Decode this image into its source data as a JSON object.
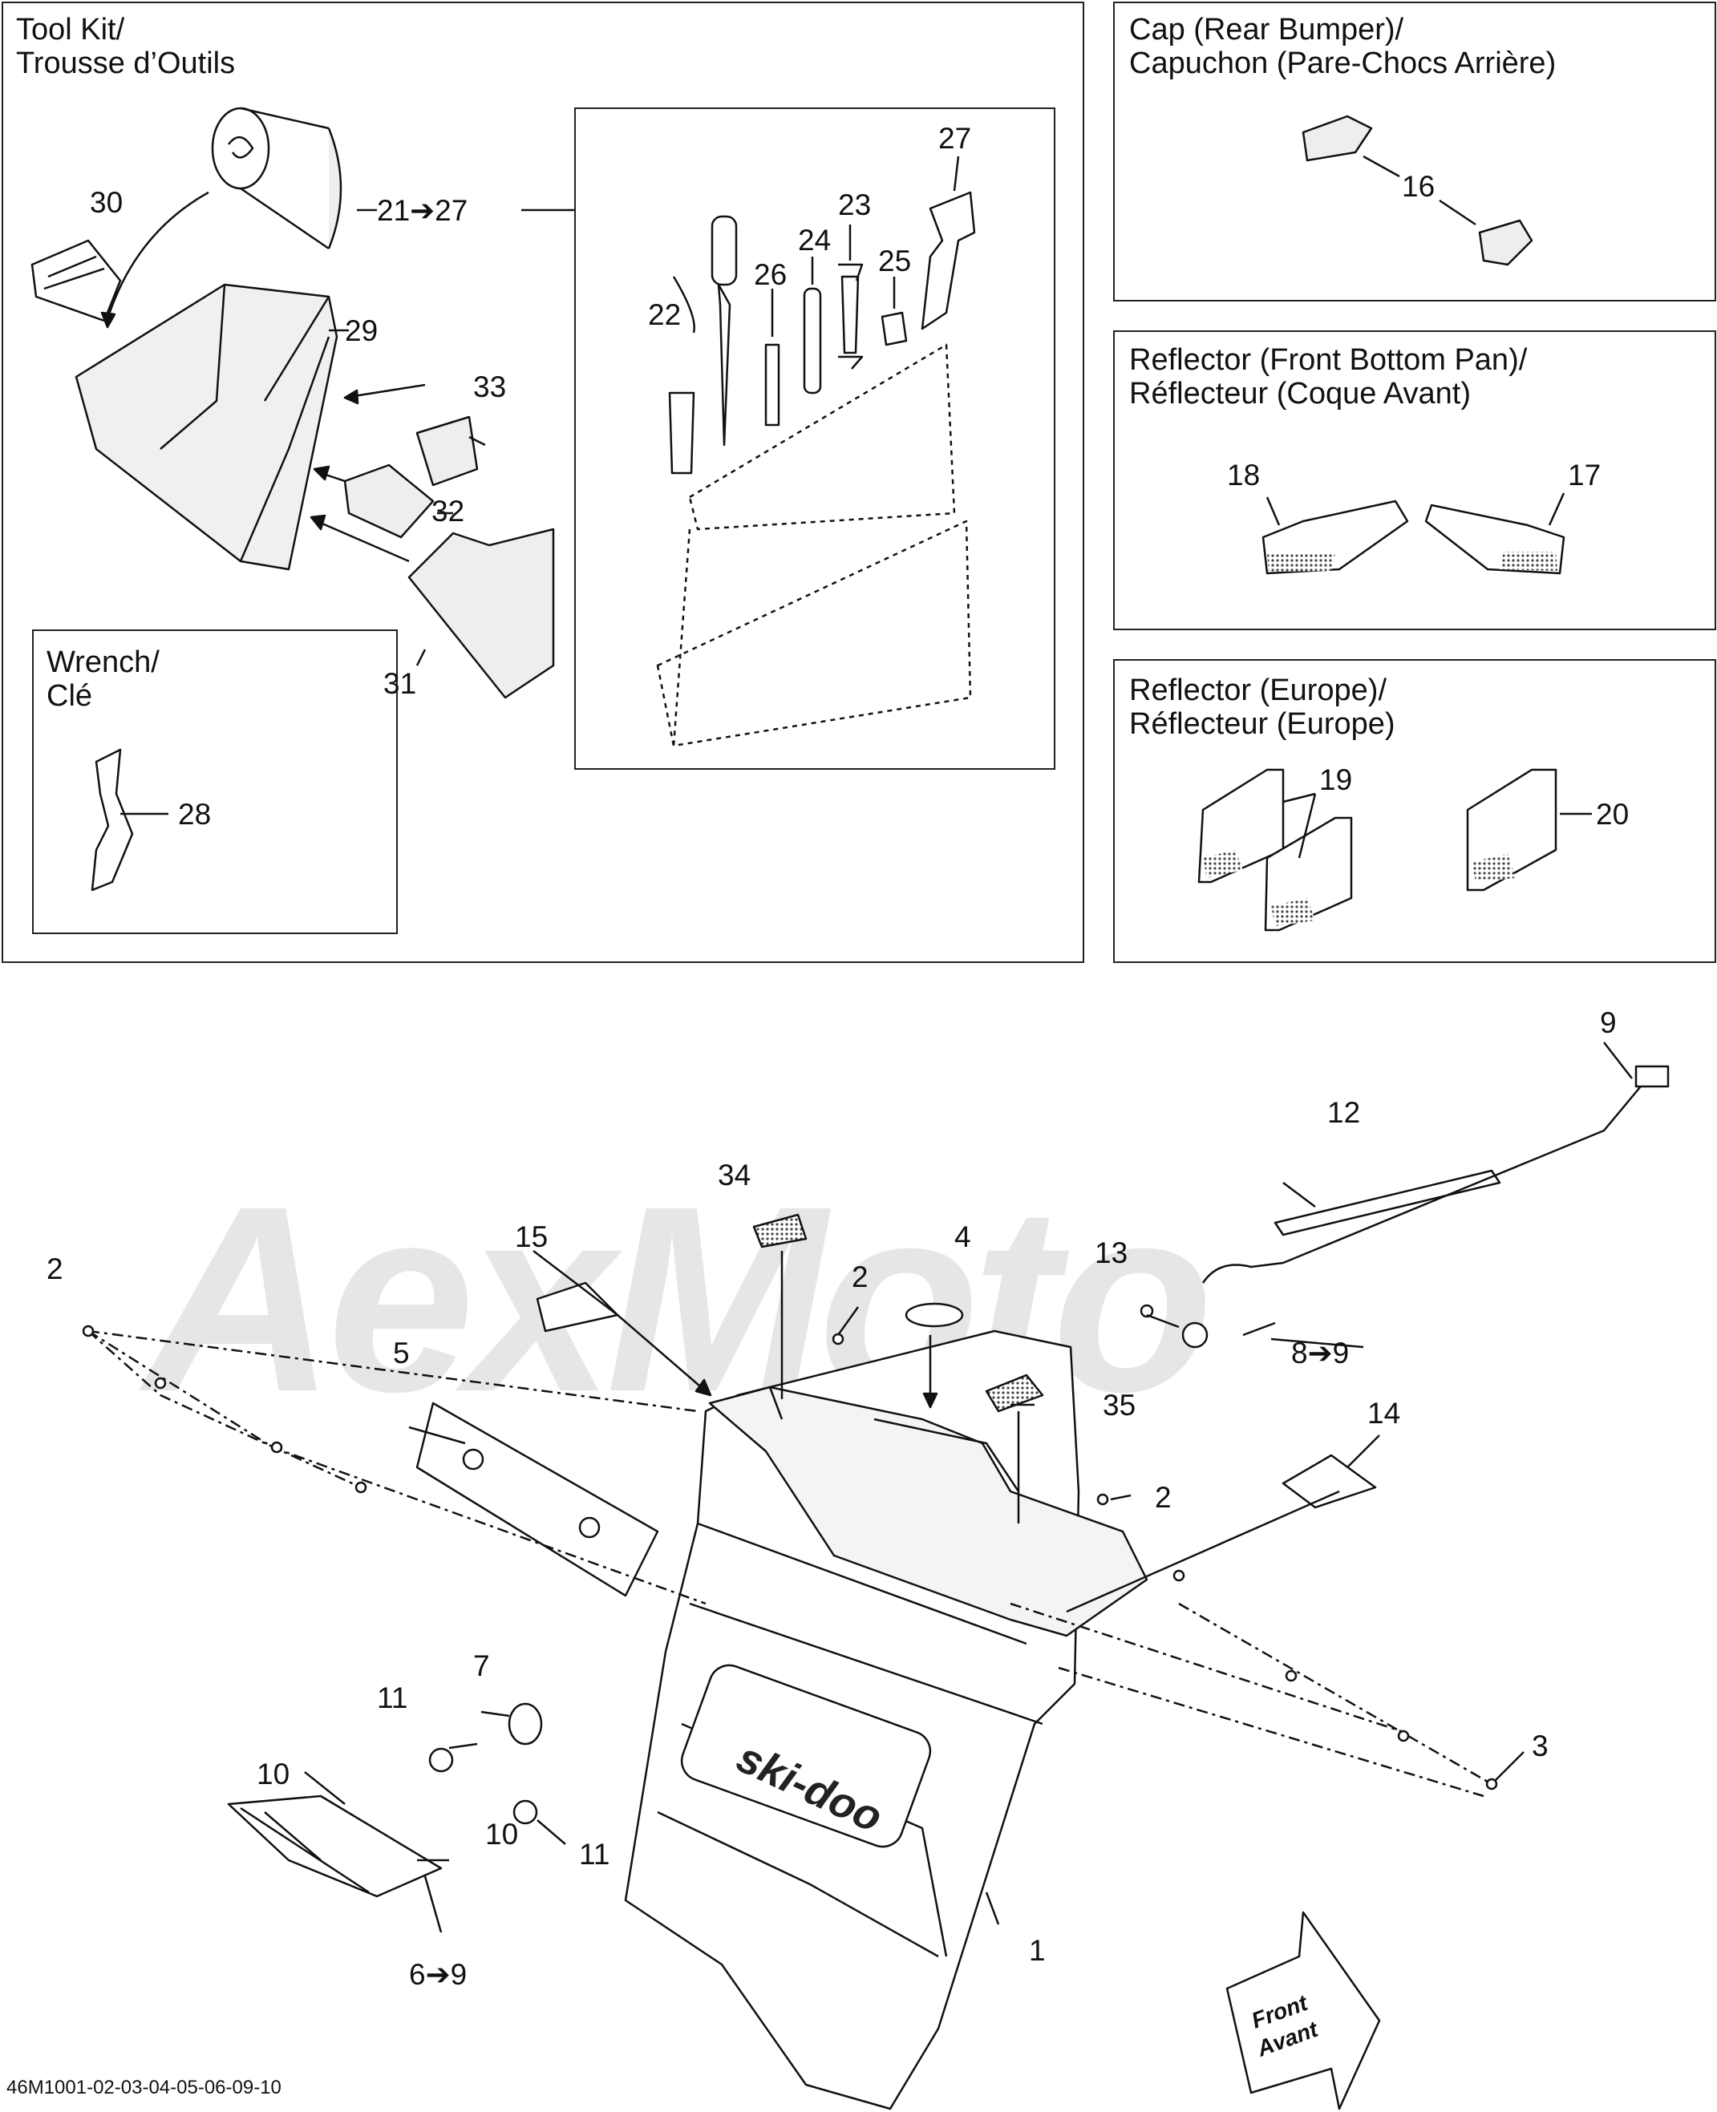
{
  "panels": {
    "tool_kit": {
      "title_line1": "Tool Kit/",
      "title_line2": "Trousse d’Outils"
    },
    "wrench": {
      "title_line1": "Wrench/",
      "title_line2": "Clé"
    },
    "cap": {
      "title_line1": "Cap (Rear Bumper)/",
      "title_line2": "Capuchon (Pare-Chocs Arrière)"
    },
    "reflector_front": {
      "title_line1": "Reflector (Front Bottom Pan)/",
      "title_line2": "Réflecteur (Coque Avant)"
    },
    "reflector_europe": {
      "title_line1": "Reflector (Europe)/",
      "title_line2": "Réflecteur (Europe)"
    }
  },
  "labels": {
    "p30": "30",
    "p21_27": "21➔27",
    "p29": "29",
    "p33": "33",
    "p32": "32",
    "p31": "31",
    "p27": "27",
    "p23": "23",
    "p24": "24",
    "p25": "25",
    "p26": "26",
    "p22": "22",
    "p28": "28",
    "p16": "16",
    "p18": "18",
    "p17": "17",
    "p19": "19",
    "p20": "20",
    "p9": "9",
    "p12": "12",
    "p34": "34",
    "p4": "4",
    "p13": "13",
    "p15": "15",
    "p2a": "2",
    "p2b": "2",
    "p2c": "2",
    "p8_9": "8➔9",
    "p5": "5",
    "p35": "35",
    "p14": "14",
    "p7": "7",
    "p11a": "11",
    "p11b": "11",
    "p10a": "10",
    "p10b": "10",
    "p3": "3",
    "p1": "1",
    "p6_9": "6➔9"
  },
  "logo_text": "ski-doo",
  "direction_sign": {
    "line1": "Front",
    "line2": "Avant"
  },
  "watermark": "AexMoto",
  "drawing_code": "46M1001-02-03-04-05-06-09-10"
}
